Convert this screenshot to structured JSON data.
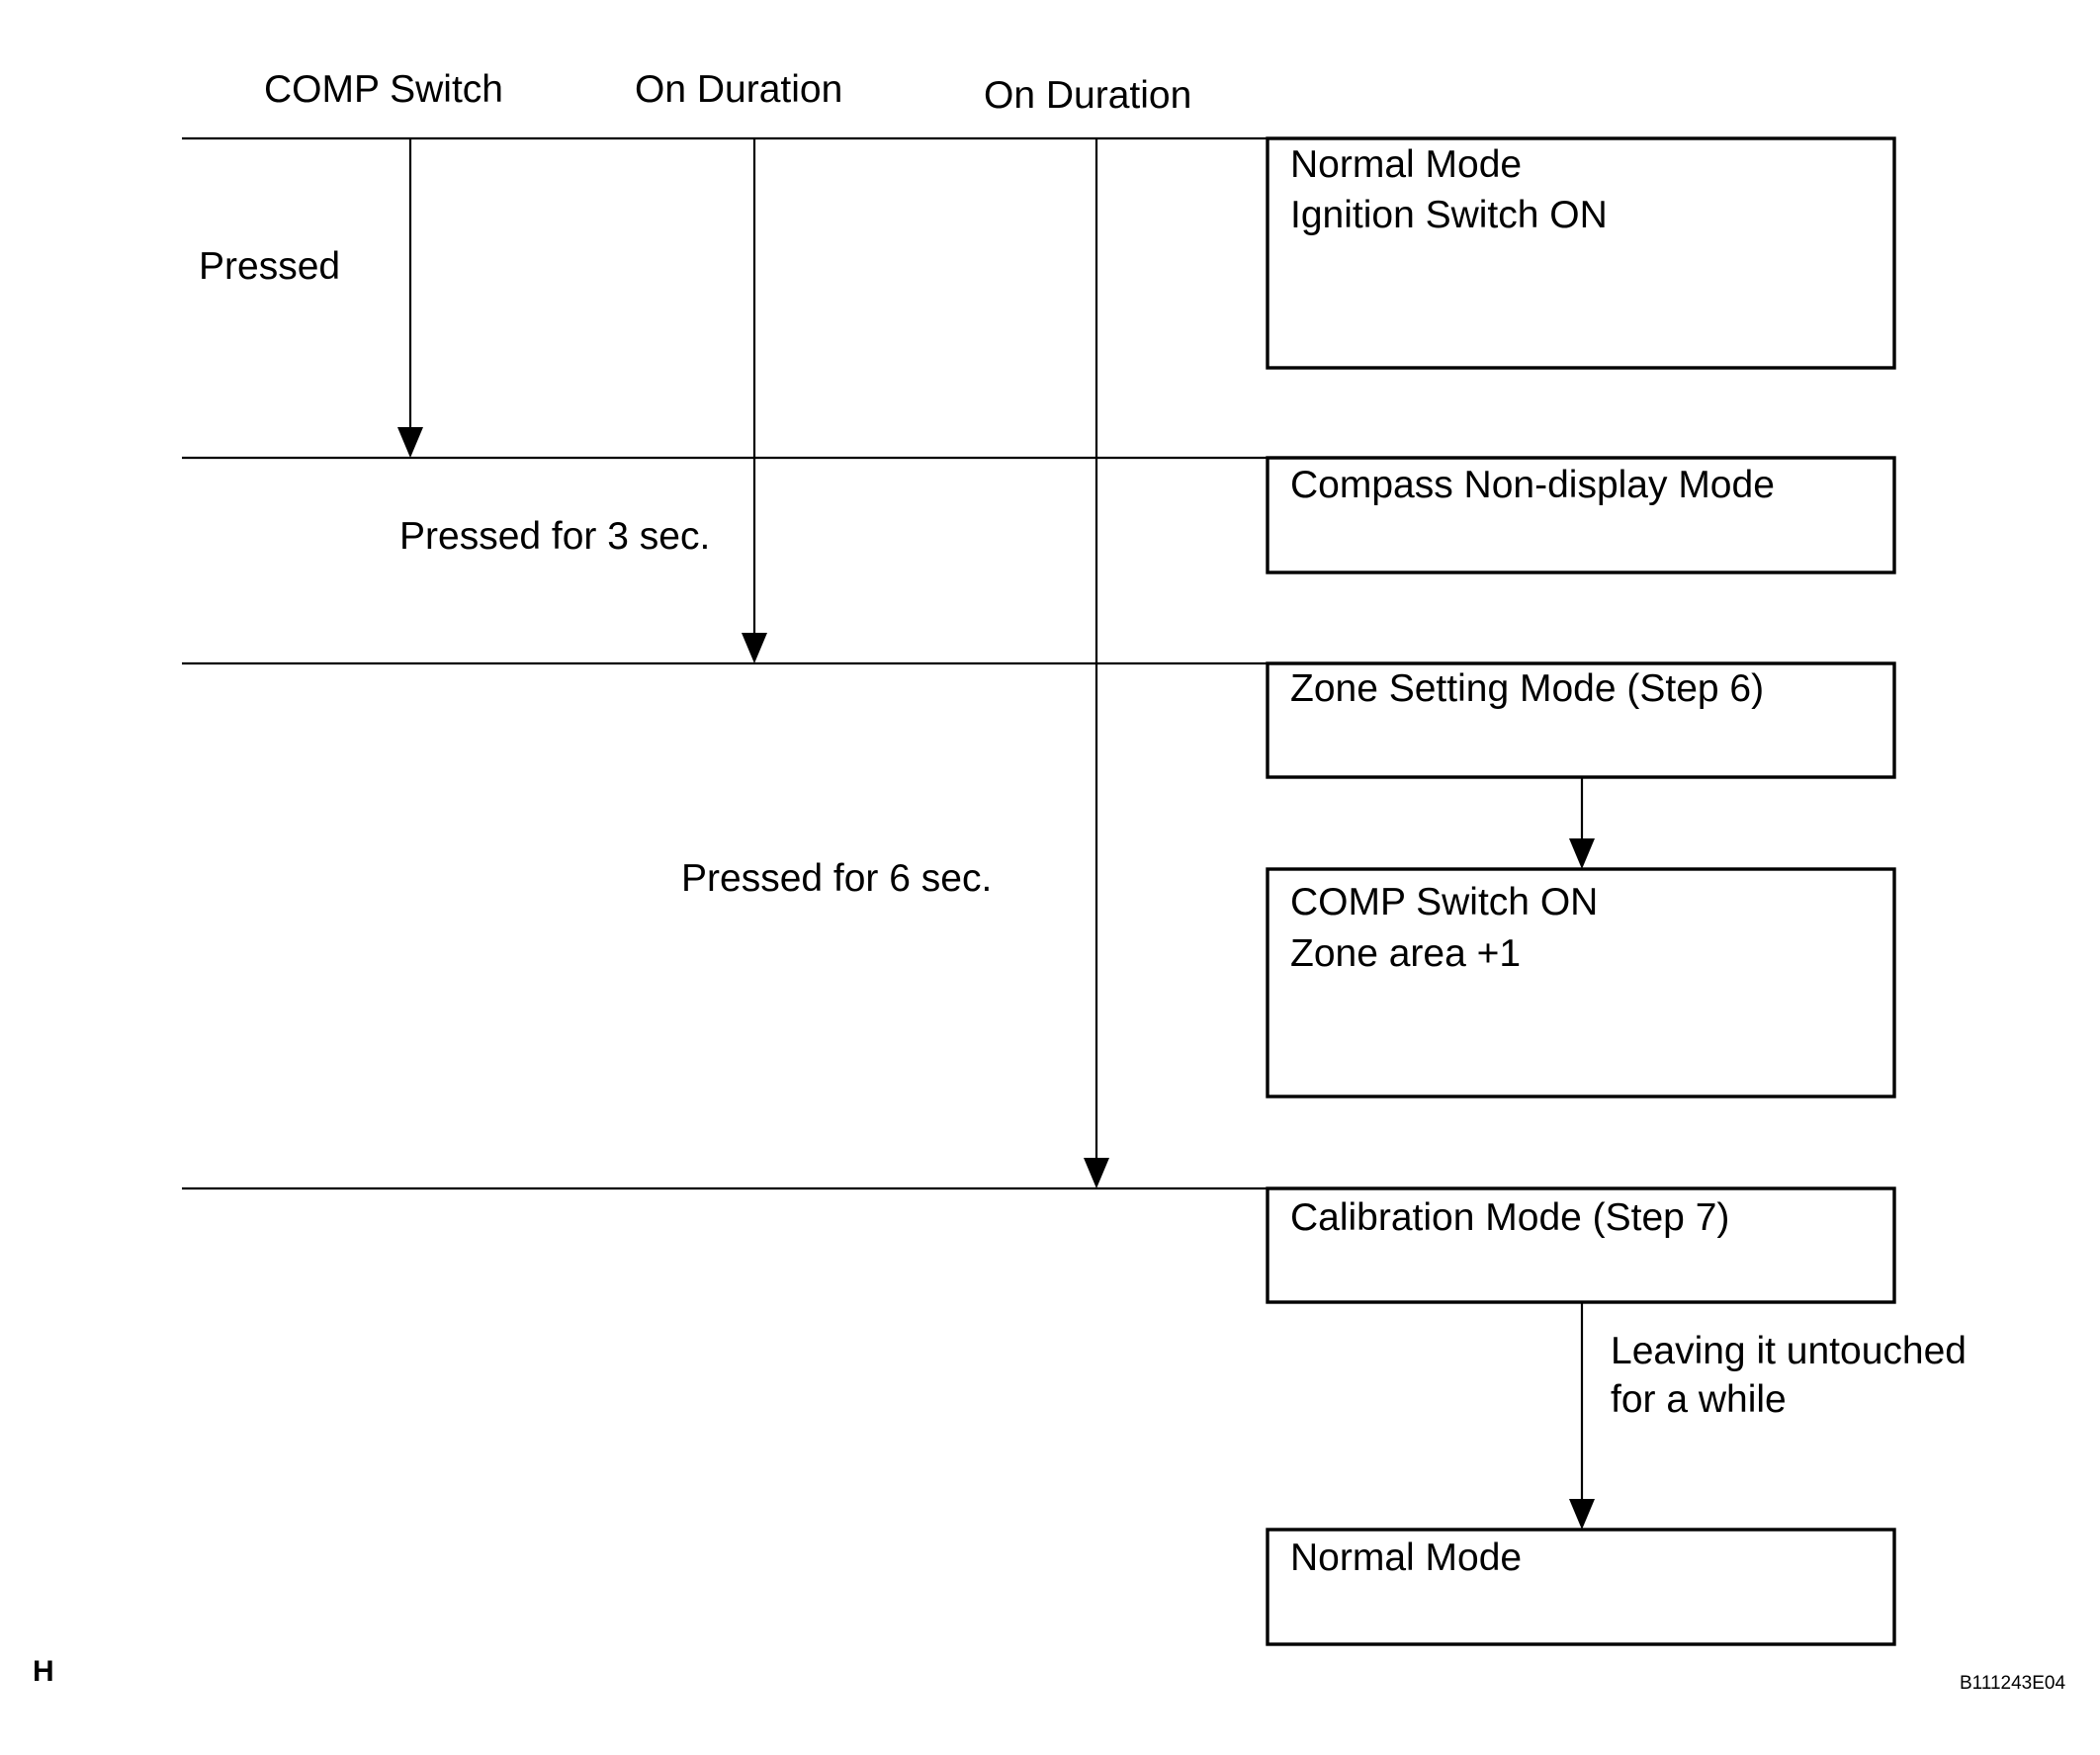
{
  "column_headers": {
    "comp_switch": "COMP Switch",
    "on_duration_1": "On Duration",
    "on_duration_2": "On Duration"
  },
  "press_labels": {
    "pressed": "Pressed",
    "pressed_3": "Pressed for 3 sec.",
    "pressed_6": "Pressed for 6 sec."
  },
  "boxes": {
    "normal_mode": {
      "line1": "Normal Mode",
      "line2": "Ignition Switch ON"
    },
    "compass_non_display": {
      "line1": "Compass Non-display Mode"
    },
    "zone_setting": {
      "line1": "Zone Setting Mode (Step 6)"
    },
    "comp_switch_on": {
      "line1": "COMP Switch ON",
      "line2": "Zone area +1"
    },
    "calibration": {
      "line1": "Calibration Mode (Step 7)"
    },
    "normal_mode_end": {
      "line1": "Normal Mode"
    }
  },
  "transition_note": {
    "line1": "Leaving it untouched",
    "line2": "for a while"
  },
  "corner_mark": "H",
  "figure_code": "B111243E04"
}
